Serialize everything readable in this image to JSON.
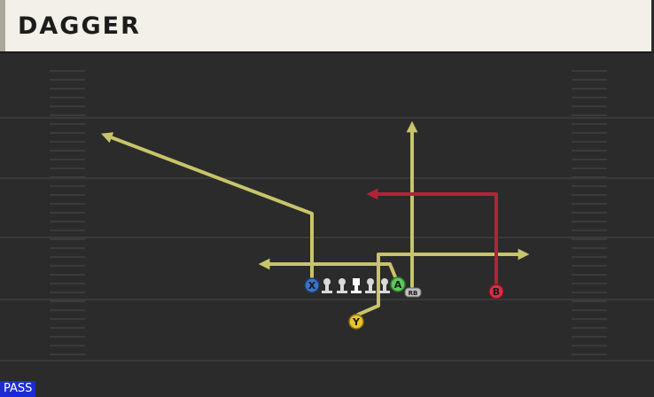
{
  "play": {
    "name": "DAGGER",
    "type": "PASS"
  },
  "colors": {
    "route_standard": "#c8c46a",
    "route_primary": "#b0243a",
    "receiver_x": "#3d73c8",
    "receiver_y": "#e8c42a",
    "receiver_a": "#5fc85a",
    "receiver_b": "#d8304a",
    "lineman": "#d9d9d9",
    "running_back": "#bfbfbf"
  },
  "players": [
    {
      "id": "x",
      "label": "X",
      "role": "receiver"
    },
    {
      "id": "y",
      "label": "Y",
      "role": "receiver"
    },
    {
      "id": "a",
      "label": "A",
      "role": "receiver"
    },
    {
      "id": "b",
      "label": "B",
      "role": "receiver"
    },
    {
      "id": "rb",
      "label": "RB",
      "role": "running-back"
    }
  ],
  "routes": [
    {
      "player": "x",
      "route": "post-corner",
      "read": "standard"
    },
    {
      "player": "y",
      "route": "crossing-out",
      "read": "standard"
    },
    {
      "player": "a",
      "route": "drag",
      "read": "standard"
    },
    {
      "player": "rb",
      "route": "go",
      "read": "standard"
    },
    {
      "player": "b",
      "route": "dig",
      "read": "primary"
    }
  ],
  "formation": {
    "linemen_count": 5
  }
}
